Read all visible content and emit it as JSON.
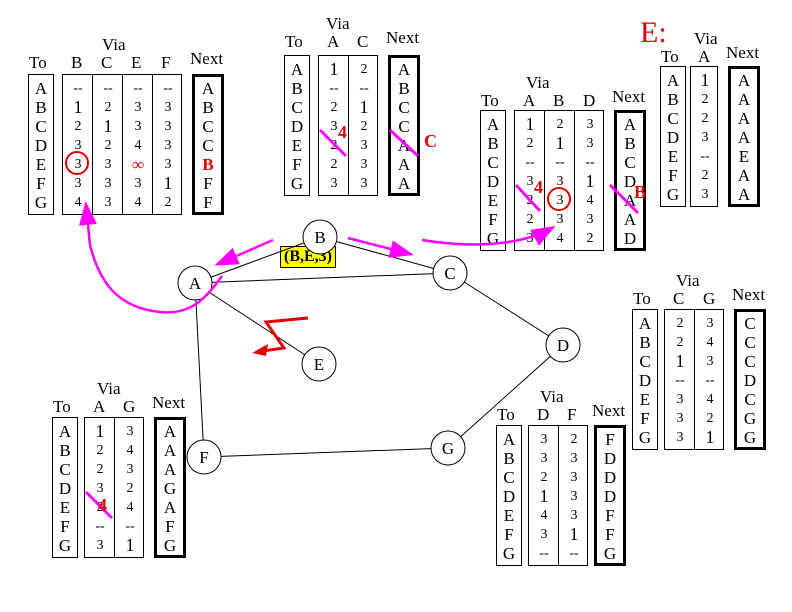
{
  "diagram": {
    "title": "Distance vector routing - link A-E failure",
    "message_label": "(B,E,3)",
    "nodes": [
      "A",
      "B",
      "C",
      "D",
      "E",
      "F",
      "G"
    ],
    "edges": [
      [
        "A",
        "B"
      ],
      [
        "A",
        "C"
      ],
      [
        "A",
        "E"
      ],
      [
        "A",
        "F"
      ],
      [
        "B",
        "C"
      ],
      [
        "C",
        "D"
      ],
      [
        "D",
        "G"
      ],
      [
        "F",
        "G"
      ]
    ],
    "failed_link": [
      "A",
      "E"
    ],
    "colors": {
      "arrow": "#ff00ff",
      "alert": "#e00000",
      "message_bg": "#ffff00"
    }
  },
  "headers": {
    "to": "To",
    "via": "Via",
    "next": "Next"
  },
  "tables": {
    "A": {
      "via_cols": [
        "B",
        "C",
        "E",
        "F"
      ],
      "rows": [
        {
          "to": "A",
          "vals": [
            "--",
            "--",
            "--",
            "--"
          ],
          "next": "A"
        },
        {
          "to": "B",
          "vals": [
            "1",
            "2",
            "3",
            "3"
          ],
          "next": "B"
        },
        {
          "to": "C",
          "vals": [
            "2",
            "1",
            "3",
            "3"
          ],
          "next": "C"
        },
        {
          "to": "D",
          "vals": [
            "3",
            "2",
            "4",
            "3"
          ],
          "next": "C"
        },
        {
          "to": "E",
          "vals": [
            "3",
            "3",
            "∞",
            "3"
          ],
          "next": "B"
        },
        {
          "to": "F",
          "vals": [
            "3",
            "3",
            "3",
            "1"
          ],
          "next": "F"
        },
        {
          "to": "G",
          "vals": [
            "4",
            "3",
            "4",
            "2"
          ],
          "next": "F"
        }
      ],
      "highlight": "E row: via B = 3 circled, via E = ∞, next changed to B"
    },
    "B": {
      "via_cols": [
        "A",
        "C"
      ],
      "rows": [
        {
          "to": "A",
          "vals": [
            "1",
            "2"
          ],
          "next": "A"
        },
        {
          "to": "B",
          "vals": [
            "--",
            "--"
          ],
          "next": "B"
        },
        {
          "to": "C",
          "vals": [
            "2",
            "1"
          ],
          "next": "C"
        },
        {
          "to": "D",
          "vals": [
            "3",
            "2"
          ],
          "next": "C"
        },
        {
          "to": "E",
          "vals": [
            "2",
            "3"
          ],
          "next": "A"
        },
        {
          "to": "F",
          "vals": [
            "2",
            "3"
          ],
          "next": "A"
        },
        {
          "to": "G",
          "vals": [
            "3",
            "3"
          ],
          "next": "A"
        }
      ],
      "update": {
        "cell_new_value": "4",
        "next_new_value": "C"
      }
    },
    "C": {
      "via_cols": [
        "A",
        "B",
        "D"
      ],
      "rows": [
        {
          "to": "A",
          "vals": [
            "1",
            "2",
            "3"
          ],
          "next": "A"
        },
        {
          "to": "B",
          "vals": [
            "2",
            "1",
            "3"
          ],
          "next": "B"
        },
        {
          "to": "C",
          "vals": [
            "--",
            "--",
            "--"
          ],
          "next": "C"
        },
        {
          "to": "D",
          "vals": [
            "3",
            "3",
            "1"
          ],
          "next": "D"
        },
        {
          "to": "E",
          "vals": [
            "2",
            "3",
            "4"
          ],
          "next": "A"
        },
        {
          "to": "F",
          "vals": [
            "2",
            "3",
            "3"
          ],
          "next": "A"
        },
        {
          "to": "G",
          "vals": [
            "3",
            "4",
            "2"
          ],
          "next": "D"
        }
      ],
      "update": {
        "cell_new_value": "4",
        "next_new_value": "B"
      }
    },
    "E": {
      "title": "E:",
      "via_cols": [
        "A"
      ],
      "rows": [
        {
          "to": "A",
          "vals": [
            "1"
          ],
          "next": "A"
        },
        {
          "to": "B",
          "vals": [
            "2"
          ],
          "next": "A"
        },
        {
          "to": "C",
          "vals": [
            "2"
          ],
          "next": "A"
        },
        {
          "to": "D",
          "vals": [
            "3"
          ],
          "next": "A"
        },
        {
          "to": "E",
          "vals": [
            "--"
          ],
          "next": "E"
        },
        {
          "to": "F",
          "vals": [
            "2"
          ],
          "next": "A"
        },
        {
          "to": "G",
          "vals": [
            "3"
          ],
          "next": "A"
        }
      ]
    },
    "D": {
      "via_cols": [
        "C",
        "G"
      ],
      "rows": [
        {
          "to": "A",
          "vals": [
            "2",
            "3"
          ],
          "next": "C"
        },
        {
          "to": "B",
          "vals": [
            "2",
            "4"
          ],
          "next": "C"
        },
        {
          "to": "C",
          "vals": [
            "1",
            "3"
          ],
          "next": "C"
        },
        {
          "to": "D",
          "vals": [
            "--",
            "--"
          ],
          "next": "D"
        },
        {
          "to": "E",
          "vals": [
            "3",
            "4"
          ],
          "next": "C"
        },
        {
          "to": "F",
          "vals": [
            "3",
            "2"
          ],
          "next": "G"
        },
        {
          "to": "G",
          "vals": [
            "3",
            "1"
          ],
          "next": "G"
        }
      ]
    },
    "G": {
      "via_cols": [
        "D",
        "F"
      ],
      "rows": [
        {
          "to": "A",
          "vals": [
            "3",
            "2"
          ],
          "next": "F"
        },
        {
          "to": "B",
          "vals": [
            "3",
            "3"
          ],
          "next": "D"
        },
        {
          "to": "C",
          "vals": [
            "2",
            "3"
          ],
          "next": "D"
        },
        {
          "to": "D",
          "vals": [
            "1",
            "3"
          ],
          "next": "D"
        },
        {
          "to": "E",
          "vals": [
            "4",
            "3"
          ],
          "next": "F"
        },
        {
          "to": "F",
          "vals": [
            "3",
            "1"
          ],
          "next": "F"
        },
        {
          "to": "G",
          "vals": [
            "--",
            "--"
          ],
          "next": "G"
        }
      ]
    },
    "F": {
      "via_cols": [
        "A",
        "G"
      ],
      "rows": [
        {
          "to": "A",
          "vals": [
            "1",
            "3"
          ],
          "next": "A"
        },
        {
          "to": "B",
          "vals": [
            "2",
            "4"
          ],
          "next": "A"
        },
        {
          "to": "C",
          "vals": [
            "2",
            "3"
          ],
          "next": "A"
        },
        {
          "to": "D",
          "vals": [
            "3",
            "2"
          ],
          "next": "G"
        },
        {
          "to": "E",
          "vals": [
            "2",
            "4"
          ],
          "next": "A"
        },
        {
          "to": "F",
          "vals": [
            "--",
            "--"
          ],
          "next": "F"
        },
        {
          "to": "G",
          "vals": [
            "3",
            "1"
          ],
          "next": "G"
        }
      ],
      "update": {
        "cell_new_value": "4"
      }
    }
  }
}
